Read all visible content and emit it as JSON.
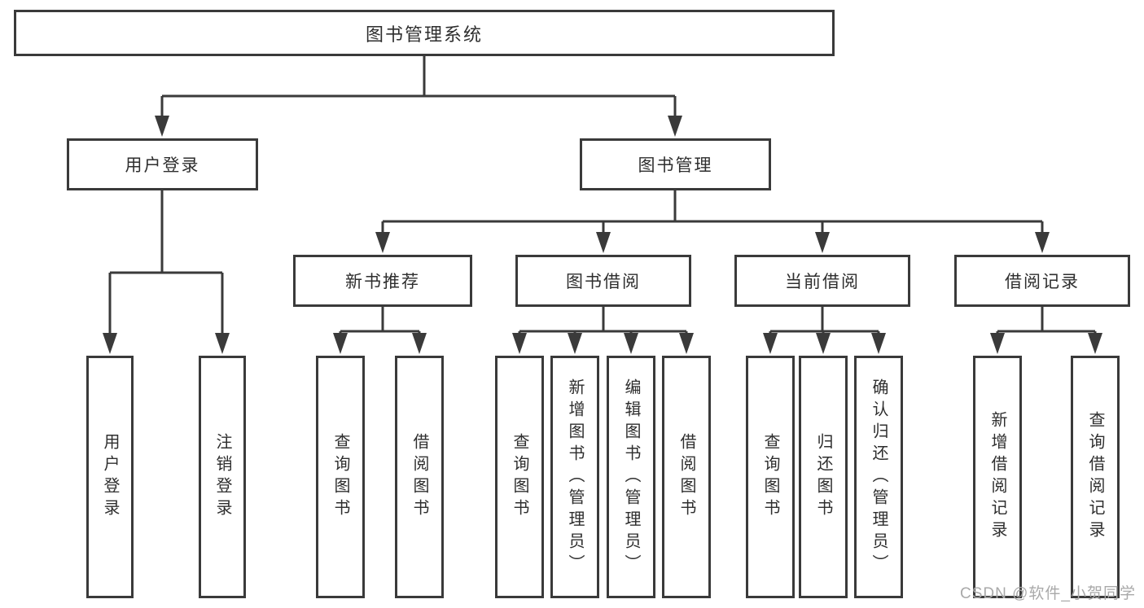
{
  "diagram": {
    "root": {
      "label": "图书管理系统"
    },
    "branches": [
      {
        "label": "用户登录",
        "children": [
          {
            "label": "用户登录"
          },
          {
            "label": "注销登录"
          }
        ]
      },
      {
        "label": "图书管理",
        "children": [
          {
            "label": "新书推荐",
            "children": [
              {
                "label": "查询图书"
              },
              {
                "label": "借阅图书"
              }
            ]
          },
          {
            "label": "图书借阅",
            "children": [
              {
                "label": "查询图书"
              },
              {
                "label": "新增图书（管理员）"
              },
              {
                "label": "编辑图书（管理员）"
              },
              {
                "label": "借阅图书"
              }
            ]
          },
          {
            "label": "当前借阅",
            "children": [
              {
                "label": "查询图书"
              },
              {
                "label": "归还图书"
              },
              {
                "label": "确认归还（管理员）"
              }
            ]
          },
          {
            "label": "借阅记录",
            "children": [
              {
                "label": "新增借阅记录"
              },
              {
                "label": "查询借阅记录"
              }
            ]
          }
        ]
      }
    ]
  },
  "watermark": {
    "text": "CSDN @软件_小贺同学"
  },
  "colors": {
    "line": "#3a3a3a",
    "box_border": "#3a3a3a",
    "text": "#2e2e2e",
    "background": "#ffffff",
    "watermark": "#a9a9a9"
  }
}
